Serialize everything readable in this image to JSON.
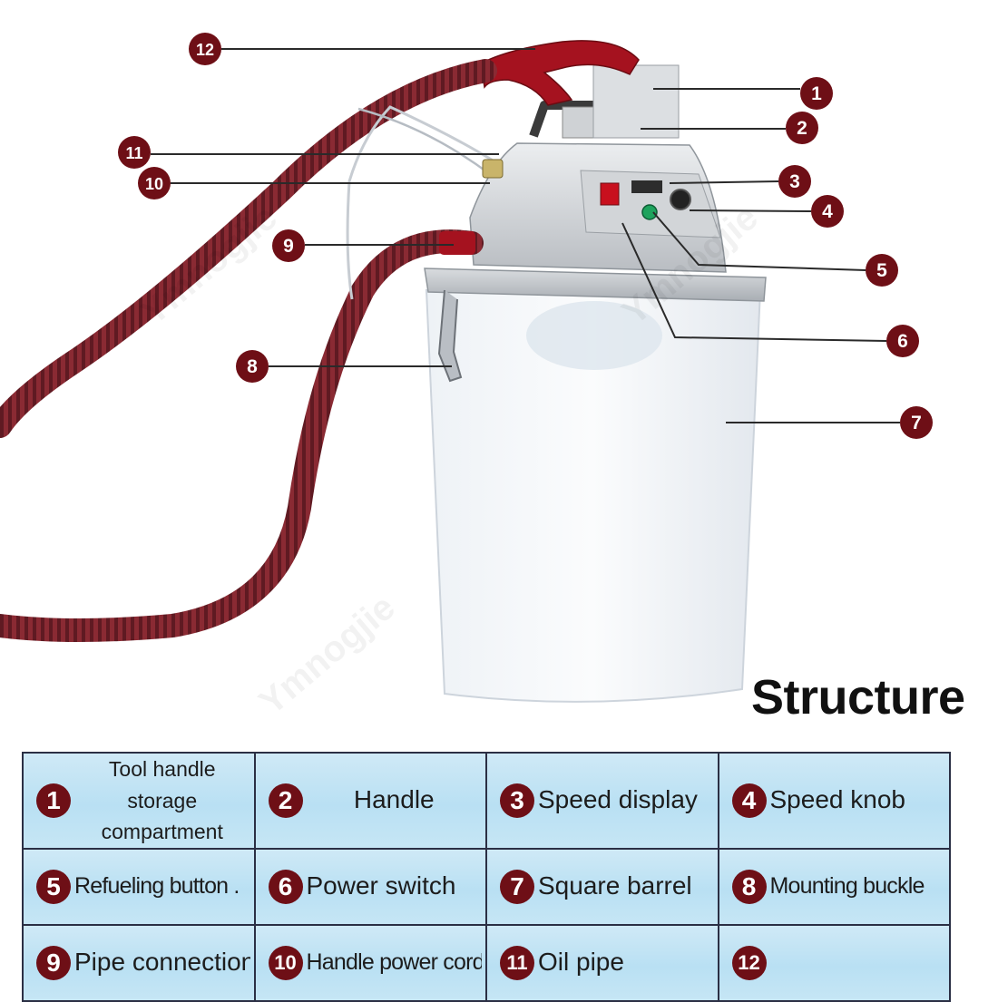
{
  "title": "Structure",
  "watermark": "Ymnogjie",
  "colors": {
    "accent": "#6e0f16",
    "hose": "#8a2a33",
    "table_fill": "#bfe3f4",
    "table_border": "#2b2f44"
  },
  "callouts": [
    {
      "num": "12",
      "label": "",
      "side": "left"
    },
    {
      "num": "1",
      "label": "Tool handle storage compartment",
      "side": "right"
    },
    {
      "num": "2",
      "label": "Handle",
      "side": "right"
    },
    {
      "num": "11",
      "label": "Oil pipe",
      "side": "left"
    },
    {
      "num": "10",
      "label": "Handle power cord",
      "side": "left"
    },
    {
      "num": "3",
      "label": "Speed display",
      "side": "right"
    },
    {
      "num": "4",
      "label": "Speed knob",
      "side": "right"
    },
    {
      "num": "9",
      "label": "Pipe connection",
      "side": "left"
    },
    {
      "num": "5",
      "label": "Refueling button",
      "side": "right"
    },
    {
      "num": "6",
      "label": "Power switch",
      "side": "right"
    },
    {
      "num": "8",
      "label": "Mounting buckle",
      "side": "left"
    },
    {
      "num": "7",
      "label": "Square barrel",
      "side": "right"
    }
  ],
  "legend": {
    "rows": [
      [
        {
          "num": "1",
          "label": "Tool handle storage compartment",
          "label_line1": "Tool handle storage",
          "label_line2": "compartment"
        },
        {
          "num": "2",
          "label": "Handle"
        },
        {
          "num": "3",
          "label": "Speed display"
        },
        {
          "num": "4",
          "label": "Speed knob"
        }
      ],
      [
        {
          "num": "5",
          "label": "Refueling button ."
        },
        {
          "num": "6",
          "label": "Power switch"
        },
        {
          "num": "7",
          "label": "Square barrel"
        },
        {
          "num": "8",
          "label": "Mounting buckle"
        }
      ],
      [
        {
          "num": "9",
          "label": "Pipe connection"
        },
        {
          "num": "10",
          "label": "Handle power cord"
        },
        {
          "num": "11",
          "label": "Oil pipe"
        },
        {
          "num": "12",
          "label": ""
        }
      ]
    ]
  }
}
